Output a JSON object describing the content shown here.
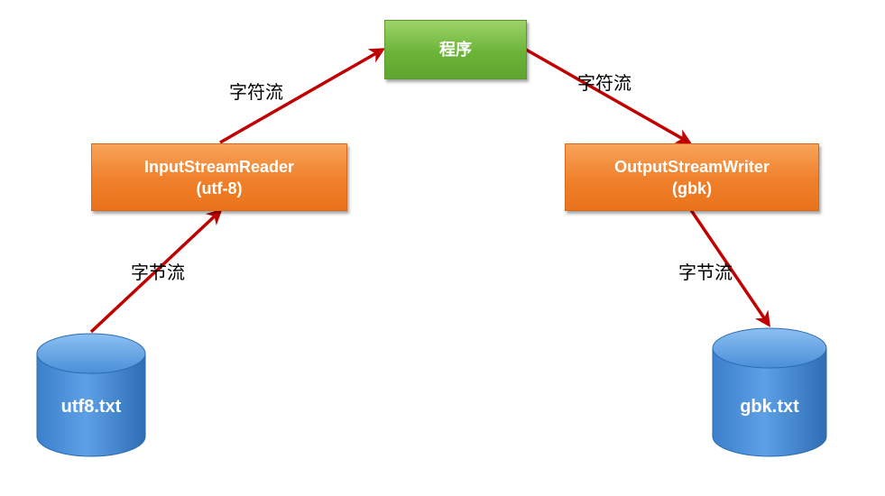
{
  "nodes": {
    "program": "程序",
    "reader": {
      "line1": "InputStreamReader",
      "line2": "(utf-8)"
    },
    "writer": {
      "line1": "OutputStreamWriter",
      "line2": "(gbk)"
    },
    "source_file": "utf8.txt",
    "target_file": "gbk.txt"
  },
  "edges": {
    "source_to_reader": "字节流",
    "reader_to_program": "字符流",
    "program_to_writer": "字符流",
    "writer_to_target": "字节流"
  },
  "colors": {
    "arrow": "#c00000",
    "program_box": "#6bb438",
    "stream_box": "#f0802a",
    "file_cylinder": "#3f86d2"
  }
}
